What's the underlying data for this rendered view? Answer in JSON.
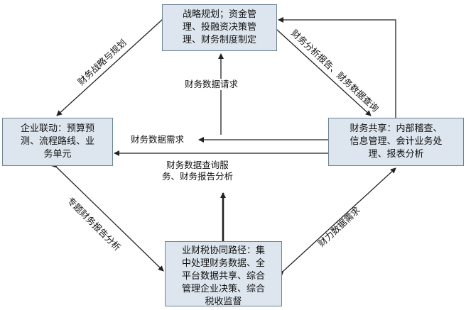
{
  "nodes": {
    "top": {
      "lines": [
        "战略规划；资金管",
        "理、投融资决策管",
        "理、财务制度制定"
      ]
    },
    "left": {
      "lines": [
        "企业联动：预算预",
        "测、流程路线、业",
        "务单元"
      ]
    },
    "right": {
      "lines": [
        "财务共享：内部稽查、",
        "信息管理、会计业务处",
        "理、报表分析"
      ]
    },
    "bottom": {
      "lines": [
        "业财税协同路径：集",
        "中处理财务数据、全",
        "平台数据共享、综合",
        "管理企业决策、综合",
        "税收监督"
      ]
    }
  },
  "edges": {
    "top_left": "财务战略与规划",
    "right_top": "财务分析报告、财务数据查询",
    "center_up": "财务数据请求",
    "right_to_left": "财务数据需求",
    "center_lines": [
      "财务数据查询服",
      "务、财务报告分析"
    ],
    "left_bottom": "专题财务报告分析",
    "bottom_right": "财力数据需求"
  }
}
